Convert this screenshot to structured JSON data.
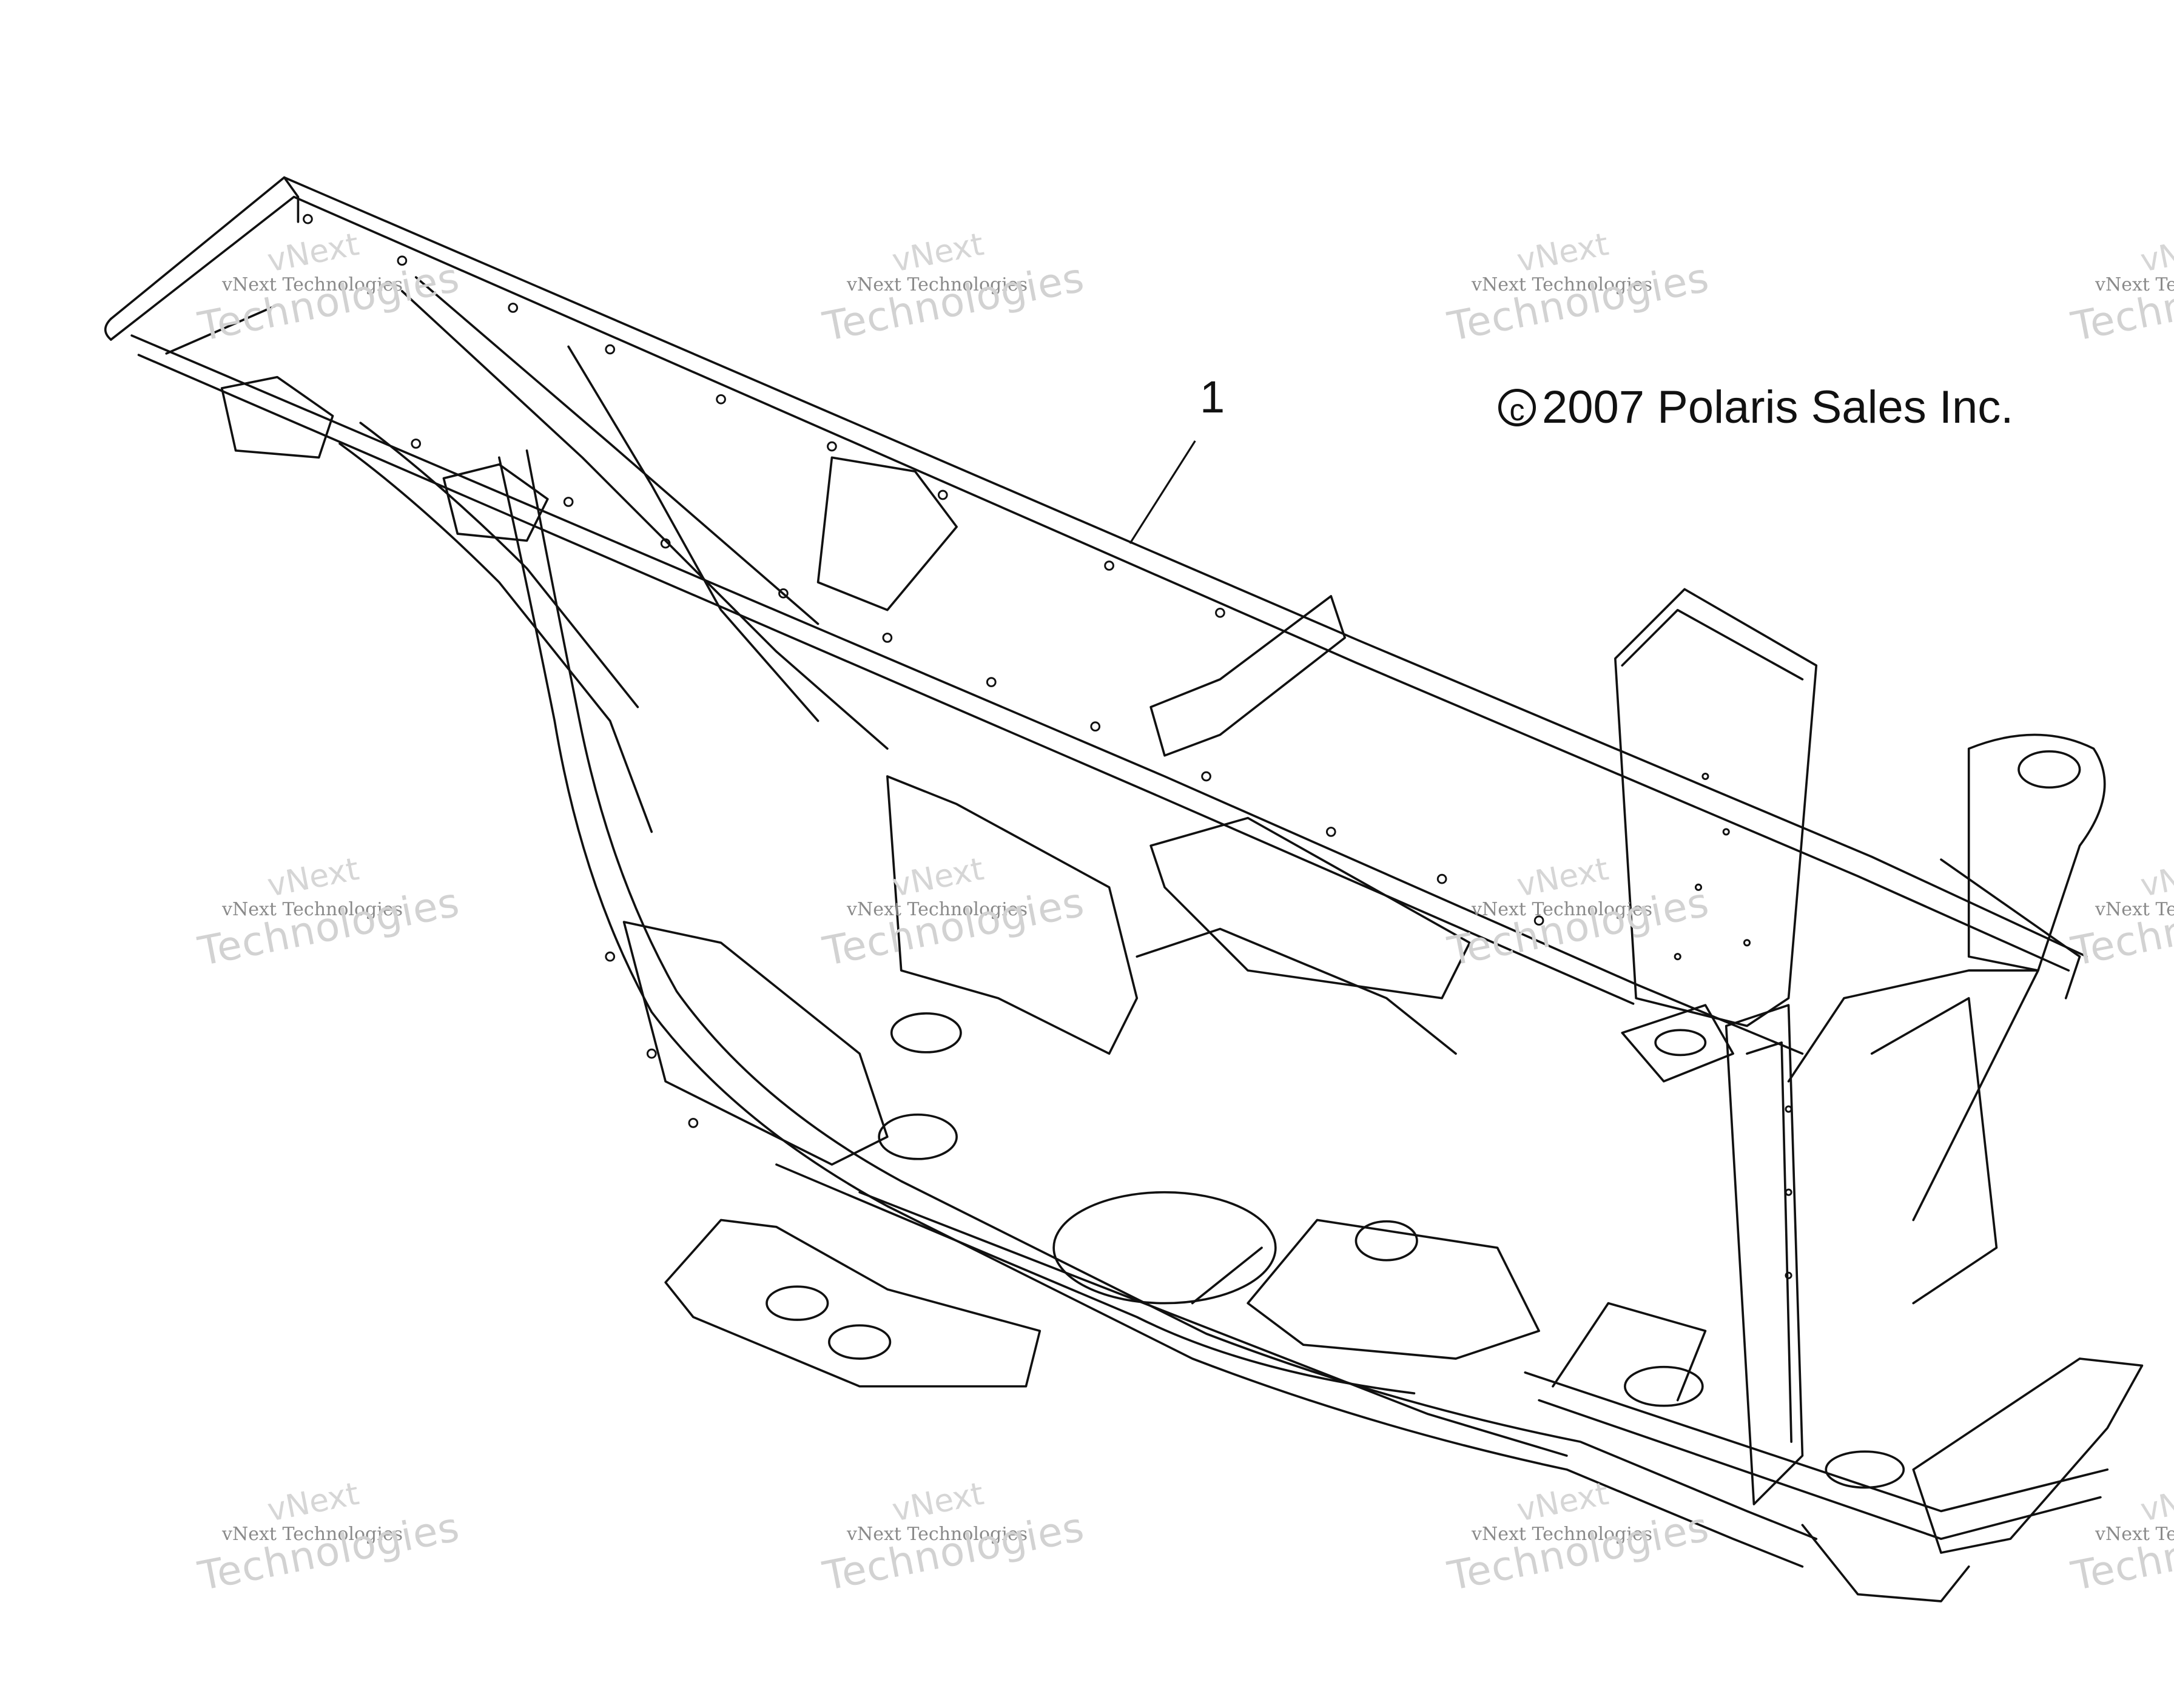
{
  "diagram": {
    "callout_number": "1",
    "copyright_symbol": "c",
    "copyright_text": "2007 Polaris Sales Inc.",
    "subject_icon": "atv-frame-assembly-icon"
  },
  "watermark": {
    "small_text": "vNext Technologies",
    "large_top": "vNext",
    "large_bottom": "Technologies",
    "color": "#c9c9c9"
  },
  "colors": {
    "line": "#111111",
    "background": "#ffffff"
  }
}
